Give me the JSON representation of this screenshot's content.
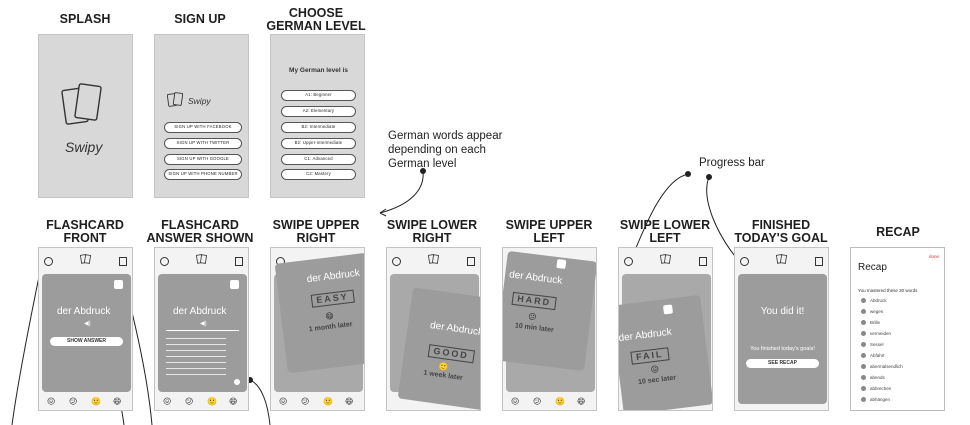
{
  "row1": {
    "splash_title": "SPLASH",
    "signup_title": "SIGN UP",
    "level_title_1": "CHOOSE",
    "level_title_2": "GERMAN LEVEL"
  },
  "splash": {
    "logo": "Swipy"
  },
  "signup": {
    "logo": "Swipy",
    "buttons": [
      "SIGN UP WITH FACEBOOK",
      "SIGN UP WITH TWITTER",
      "SIGN UP WITH GOOGLE",
      "SIGN UP WITH PHONE NUMBER"
    ]
  },
  "level": {
    "prompt": "My German level is",
    "options": [
      "A1: Beginner",
      "A2: Elementary",
      "B2: Intermediate",
      "B2: Upper-intermediate",
      "C1: Advanced",
      "C2: Mastery"
    ]
  },
  "annotations": {
    "german_words": "German words appear\ndepending on each\nGerman level",
    "progress_bar": "Progress bar"
  },
  "row2": {
    "titles": [
      [
        "FLASHCARD",
        "FRONT"
      ],
      [
        "FLASHCARD",
        "ANSWER SHOWN"
      ],
      [
        "SWIPE UPPER",
        "RIGHT"
      ],
      [
        "SWIPE LOWER",
        "RIGHT"
      ],
      [
        "SWIPE UPPER",
        "LEFT"
      ],
      [
        "SWIPE LOWER",
        "LEFT"
      ],
      [
        "FINISHED",
        "TODAY'S GOAL"
      ],
      [
        "RECAP",
        ""
      ]
    ]
  },
  "flashcard": {
    "word": "der Abdruck",
    "show_answer": "SHOW ANSWER"
  },
  "swipes": {
    "easy": {
      "stamp": "EASY",
      "later": "1 month later"
    },
    "good": {
      "stamp": "GOOD",
      "later": "1 week later"
    },
    "hard": {
      "stamp": "HARD",
      "later": "10 min later"
    },
    "fail": {
      "stamp": "FAIL",
      "later": "10 sec later"
    }
  },
  "finished": {
    "headline": "You did it!",
    "sub": "You finished today's goals!",
    "button": "SEE RECAP"
  },
  "recap": {
    "done": "done",
    "title": "Recap",
    "sub": "You mastered these 30 words",
    "words": [
      "Abdruck",
      "wegen",
      "Brille",
      "vermeiden",
      "Sessel",
      "Abfahrt",
      "abermalsendlich",
      "abends",
      "abbrechen",
      "abhängen"
    ]
  }
}
